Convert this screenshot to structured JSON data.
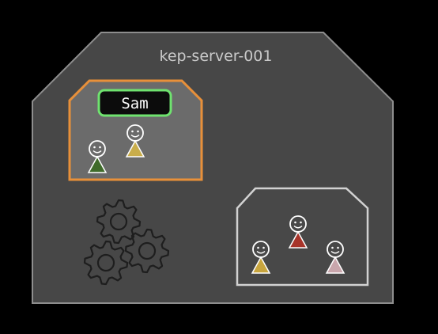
{
  "server": {
    "title": "kep-server-001",
    "fill": "#474747",
    "stroke": "#8e8e8e"
  },
  "rooms": [
    {
      "label": "Sam",
      "fill": "#6b6b6b",
      "stroke": "#e8903a",
      "label_box_fill": "#0c0c0c",
      "label_box_stroke": "#6fe36f",
      "users": [
        {
          "body_color": "#3f6b2a"
        },
        {
          "body_color": "#c9ad4a"
        }
      ]
    },
    {
      "label": "",
      "fill": "#484848",
      "stroke": "#d2d2d2",
      "users": [
        {
          "body_color": "#c8a53e"
        },
        {
          "body_color": "#a8342a"
        },
        {
          "body_color": "#c9a6ac"
        }
      ]
    }
  ],
  "gears": {
    "icon": "gears-icon",
    "count": 3,
    "stroke": "#1e1e1e"
  }
}
